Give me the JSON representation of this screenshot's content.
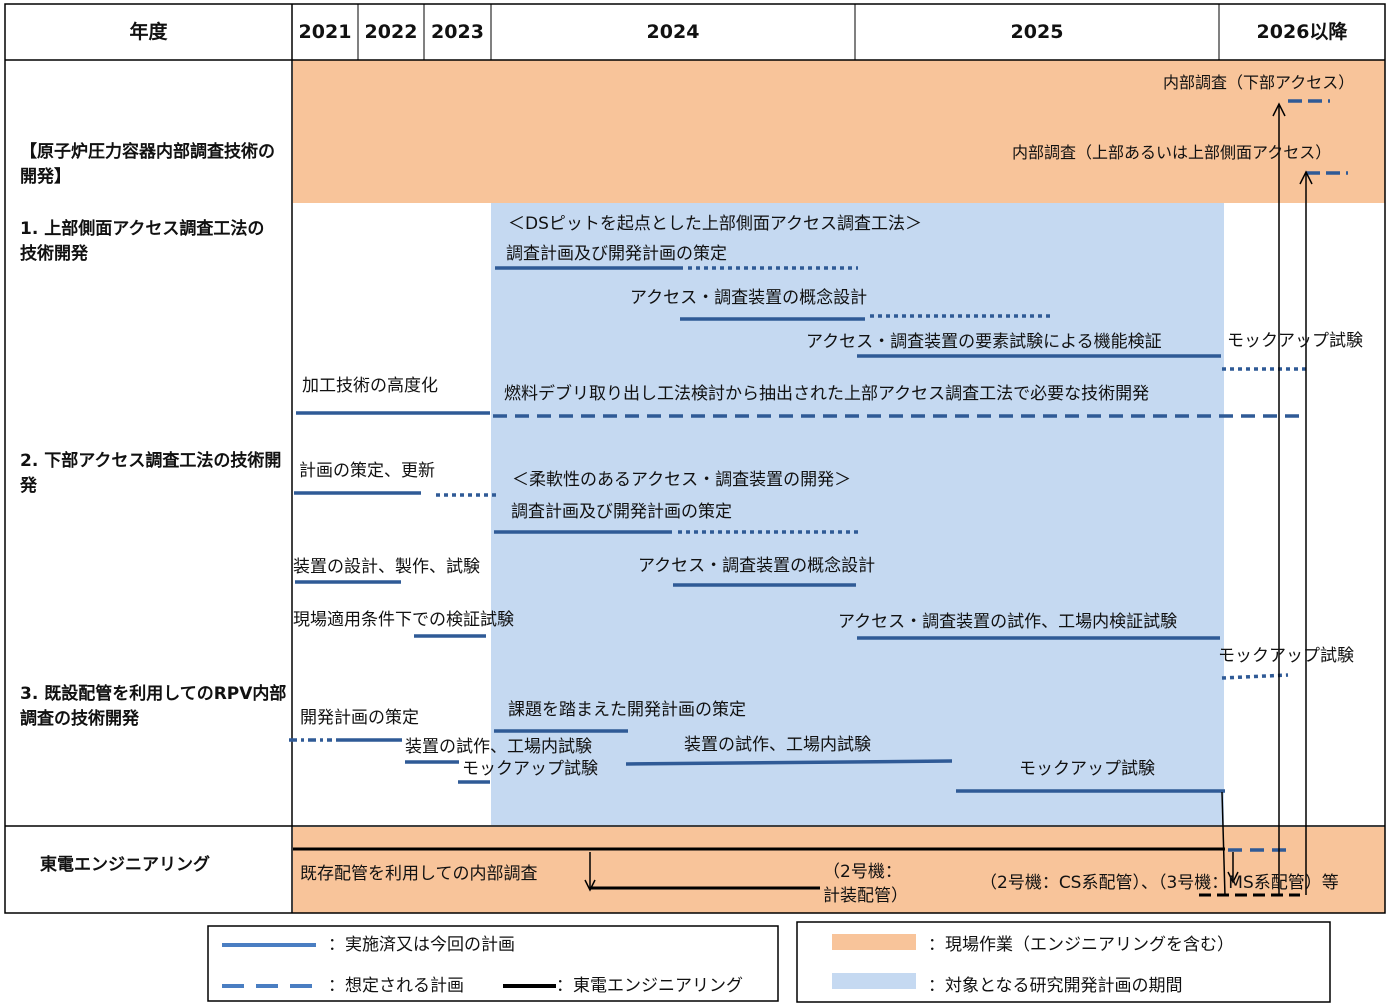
{
  "header": {
    "col_label": "年度",
    "years": [
      "2021",
      "2022",
      "2023",
      "2024",
      "2025",
      "2026以降"
    ]
  },
  "sections": {
    "rpv_title": "【原子炉圧力容器内部調査技術の開発】",
    "item1": "1. 上部側面アクセス調査工法の技術開発",
    "item2": "2. 下部アクセス調査工法の技術開発",
    "item3": "3. 既設配管を利用してのRPV内部調査の技術開発",
    "tepco": "東電エンジニアリング"
  },
  "field_work": {
    "lower_access": "内部調査（下部アクセス）",
    "upper_access": "内部調査（上部あるいは上部側面アクセス）"
  },
  "item1_tasks": {
    "heading": "＜DSピットを起点とした上部側面アクセス調査工法＞",
    "plan": "調査計画及び開発計画の策定",
    "concept": "アクセス・調査装置の概念設計",
    "element_test": "アクセス・調査装置の要素試験による機能検証",
    "mockup": "モックアップ試験",
    "processing": "加工技術の高度化",
    "fuel_debris": "燃料デブリ取り出し工法検討から抽出された上部アクセス調査工法で必要な技術開発"
  },
  "item2_tasks": {
    "plan_update": "計画の策定、更新",
    "heading": "＜柔軟性のあるアクセス・調査装置の開発＞",
    "plan": "調査計画及び開発計画の策定",
    "device_design": "装置の設計、製作、試験",
    "concept": "アクセス・調査装置の概念設計",
    "field_test": "現場適用条件下での検証試験",
    "prototype": "アクセス・調査装置の試作、工場内検証試験",
    "mockup": "モックアップ試験"
  },
  "item3_tasks": {
    "dev_plan": "開発計画の策定",
    "issue_plan": "課題を踏まえた開発計画の策定",
    "prototype_a": "装置の試作、工場内試験",
    "prototype_b": "装置の試作、工場内試験",
    "mockup_a": "モックアップ試験",
    "mockup_b": "モックアップ試験"
  },
  "tepco_tasks": {
    "existing": "既存配管を利用しての内部調査",
    "unit2_a": "（2号機：",
    "unit2_b": "計装配管）",
    "unit2_3": "（2号機：CS系配管）、（3号機：MS系配管）等"
  },
  "legend": {
    "done": "：実施済又は今回の計画",
    "expected": "：想定される計画",
    "tepco": "：東電エンジニアリング",
    "field": "：現場作業（エンジニアリングを含む）",
    "period": "：対象となる研究開発計画の期間"
  },
  "colors": {
    "field_work": "#F8C49A",
    "rd_period": "#C5D9F1",
    "plan_line": "#2F5A96",
    "legend_line": "#4A7EC2",
    "tepco_line": "#000000"
  }
}
